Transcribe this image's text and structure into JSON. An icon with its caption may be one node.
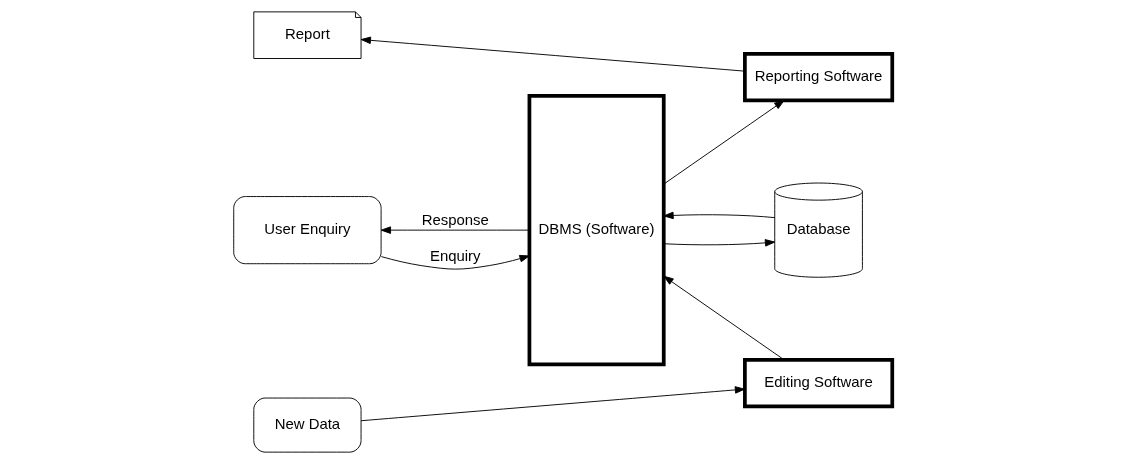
{
  "diagram": {
    "nodes": [
      {
        "text": [
          "User Enquiry"
        ]
      },
      {
        "text": [
          "DBMS (Software)"
        ]
      },
      {
        "text": [
          "Database"
        ]
      },
      {
        "text": [
          "New Data"
        ]
      },
      {
        "text": [
          "Editing Software"
        ]
      },
      {
        "text": [
          "Reporting Software"
        ]
      },
      {
        "text": [
          "Report"
        ]
      }
    ],
    "edges": [
      {
        "from": 0,
        "to": 1,
        "arrow": "to",
        "label": "Enquiry"
      },
      {
        "from": 1,
        "to": 0,
        "arrow": "to",
        "label": "Response"
      },
      {
        "from": 1,
        "to": 2,
        "arrow": "to"
      },
      {
        "from": 2,
        "to": 1,
        "arrow": "to"
      },
      {
        "from": 3,
        "to": 4,
        "arrow": "to"
      },
      {
        "from": 4,
        "to": 1,
        "arrow": "to"
      },
      {
        "from": 1,
        "to": 5,
        "arrow": "to"
      },
      {
        "from": 5,
        "to": 6,
        "arrow": "to"
      }
    ]
  }
}
